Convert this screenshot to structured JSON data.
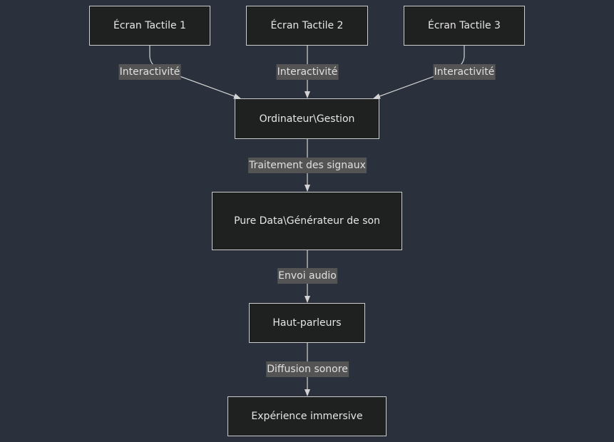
{
  "nodes": {
    "ecran1": "Écran Tactile 1",
    "ecran2": "Écran Tactile 2",
    "ecran3": "Écran Tactile 3",
    "ordinateur": "Ordinateur\\Gestion",
    "puredata": "Pure Data\\Générateur de son",
    "hautparleurs": "Haut-parleurs",
    "experience": "Expérience immersive"
  },
  "edges": {
    "ecran1_ordi": "Interactivité",
    "ecran2_ordi": "Interactivité",
    "ecran3_ordi": "Interactivité",
    "ordi_pd": "Traitement des signaux",
    "pd_hp": "Envoi audio",
    "hp_exp": "Diffusion sonore"
  },
  "colors": {
    "background": "#2b303d",
    "node_fill": "#1f2020",
    "node_border": "#cccccc",
    "edge": "#d3d3d3",
    "label_bg": "#545454"
  }
}
